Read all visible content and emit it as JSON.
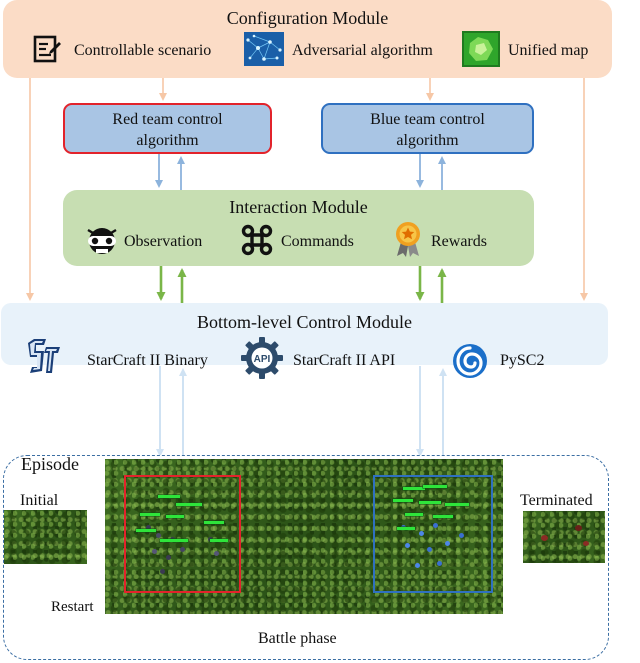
{
  "config": {
    "title": "Configuration Module",
    "items": [
      {
        "label": "Controllable scenario",
        "icon": "document-edit-icon"
      },
      {
        "label": "Adversarial algorithm",
        "icon": "neural-network-icon"
      },
      {
        "label": "Unified map",
        "icon": "map-icon"
      }
    ]
  },
  "red_team": {
    "line1": "Red team control",
    "line2": "algorithm",
    "border": "#e2232b"
  },
  "blue_team": {
    "line1": "Blue team control",
    "line2": "algorithm",
    "border": "#2f70c0"
  },
  "interaction": {
    "title": "Interaction Module",
    "items": [
      {
        "label": "Observation",
        "icon": "robot-face-icon"
      },
      {
        "label": "Commands",
        "icon": "command-key-icon"
      },
      {
        "label": "Rewards",
        "icon": "medal-icon"
      }
    ]
  },
  "bottom": {
    "title": "Bottom-level Control Module",
    "items": [
      {
        "label": "StarCraft II Binary",
        "icon": "starcraft-logo-icon"
      },
      {
        "label": "StarCraft II API",
        "icon": "api-gear-icon",
        "icon_text": "API"
      },
      {
        "label": "PySC2",
        "icon": "deepmind-logo-icon"
      }
    ]
  },
  "episode": {
    "title": "Episode",
    "initial": "Initial",
    "terminated": "Terminated",
    "restart": "Restart",
    "battle_phase": "Battle phase"
  },
  "colors": {
    "config_bg": "#fbdcc6",
    "team_bg": "#a9c5e4",
    "interaction_bg": "#c7deb2",
    "bottom_bg": "#e8f2fa",
    "peach_arrow": "#f6c7a6",
    "blue_arrow": "#8db3dc",
    "green_arrow": "#7ab648",
    "light_blue_arrow": "#cfe2f3",
    "yellow_dotted": "#f2ea2a"
  }
}
